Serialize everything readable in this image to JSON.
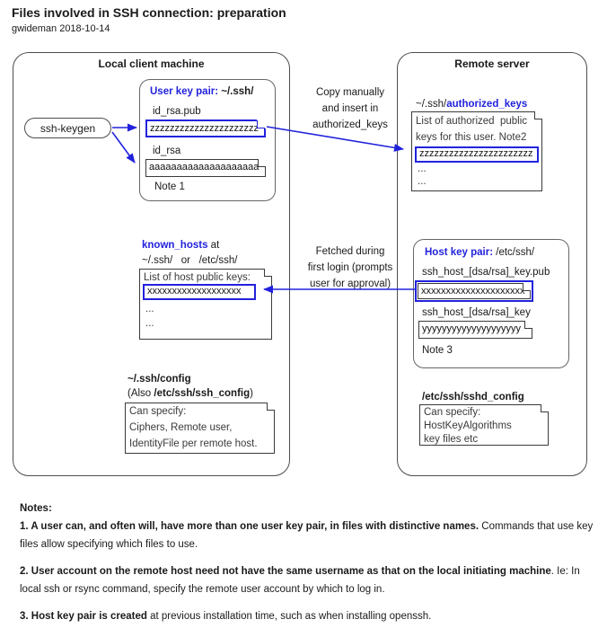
{
  "title": "Files involved in SSH connection: preparation",
  "subtitle": "gwideman 2018-10-14",
  "colors": {
    "accent_blue": "#2222dd",
    "box_border": "#4d4d4d"
  },
  "local": {
    "header": "Local client machine",
    "ssh_keygen_label": "ssh-keygen",
    "user_key_pair": {
      "title_bold": "User key pair:",
      "title_path": " ~/.ssh/",
      "pub_label": "id_rsa.pub",
      "pub_content": "zzzzzzzzzzzzzzzzzzzzzz",
      "priv_label": "id_rsa",
      "priv_content": "aaaaaaaaaaaaaaaaaaaa",
      "note": "Note 1"
    },
    "known_hosts": {
      "title_bold": "known_hosts",
      "title_rest": " at",
      "paths": "~/.ssh/   or   /etc/ssh/",
      "line1": "List of host public keys:",
      "key": "xxxxxxxxxxxxxxxxxxx",
      "ellipsis1": "...",
      "ellipsis2": "..."
    },
    "config": {
      "title": "~/.ssh/config",
      "subtitle_pre": "(Also ",
      "subtitle_bold": "/etc/ssh/ssh_config",
      "subtitle_post": ")",
      "lines": [
        "Can specify:",
        "Ciphers, Remote user,",
        "IdentityFile per remote host."
      ]
    }
  },
  "remote": {
    "header": "Remote server",
    "authorized_keys": {
      "title_pre": "~/.ssh/",
      "title_bold": "authorized_keys",
      "line1": "List of authorized  public",
      "line2": "keys for this user. Note2",
      "key": "zzzzzzzzzzzzzzzzzzzzzzz",
      "ellipsis1": "...",
      "ellipsis2": "..."
    },
    "host_key_pair": {
      "title_bold": "Host key pair:",
      "title_path": " /etc/ssh/",
      "pub_label": "ssh_host_[dsa/rsa]_key.pub",
      "pub_content": "xxxxxxxxxxxxxxxxxxxxx",
      "priv_label": "ssh_host_[dsa/rsa]_key",
      "priv_content": "yyyyyyyyyyyyyyyyyyyy",
      "note": "Note 3"
    },
    "sshd_config": {
      "title": "/etc/ssh/sshd_config",
      "lines": [
        "Can specify:",
        "HostKeyAlgorithms",
        "key files etc"
      ]
    }
  },
  "connectors": {
    "copy_label": "Copy manually\nand insert in\nauthorized_keys",
    "fetch_label": "Fetched during\nfirst login (prompts\nuser for approval)"
  },
  "notes": {
    "heading": "Notes:",
    "items": [
      {
        "bold": "1. A user can, and often will, have more than one user key pair, in files with distinctive names.",
        "rest": " Commands that use key files allow specifying which files to use."
      },
      {
        "bold": "2. User account on the remote host need not have the same username as that on the local initiating machine",
        "rest": ". Ie: In local ssh or rsync command, specify the remote user account by which to log in."
      },
      {
        "bold": "3. Host key pair is created",
        "rest": " at previous installation time, such as when installing openssh."
      }
    ]
  }
}
